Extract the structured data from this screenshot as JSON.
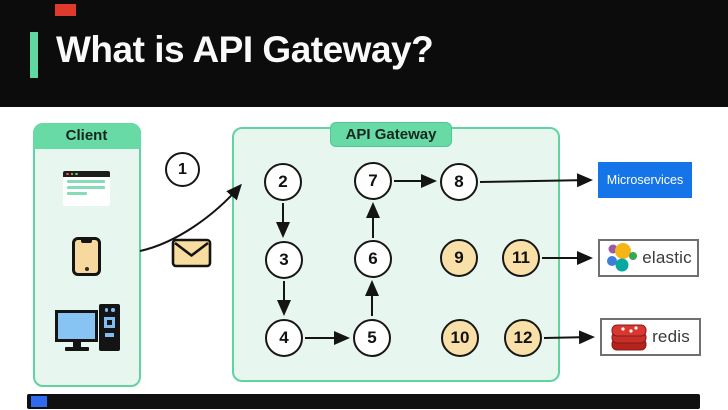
{
  "header": {
    "title": "What is API Gateway?",
    "bg_color": "#0c0c0c",
    "accent_color": "#5fd8a2",
    "red_marker_color": "#df3a2b"
  },
  "client": {
    "label": "Client",
    "fill_color": "#e7f6ee",
    "border_color": "#5fd3a0",
    "tab_color": "#67daa6",
    "icons": [
      {
        "name": "browser-icon"
      },
      {
        "name": "smartphone-icon"
      },
      {
        "name": "desktop-computer-icon"
      }
    ]
  },
  "request": {
    "step_label": "1",
    "envelope_icon_color": "#f7dd9f"
  },
  "gateway": {
    "label": "API Gateway",
    "node_white_color": "#ffffff",
    "node_tan_color": "#f9e0a9",
    "nodes": [
      {
        "label": "2",
        "variant": "white"
      },
      {
        "label": "3",
        "variant": "white"
      },
      {
        "label": "4",
        "variant": "white"
      },
      {
        "label": "5",
        "variant": "white"
      },
      {
        "label": "6",
        "variant": "white"
      },
      {
        "label": "7",
        "variant": "white"
      },
      {
        "label": "8",
        "variant": "white"
      },
      {
        "label": "9",
        "variant": "tan"
      },
      {
        "label": "10",
        "variant": "tan"
      },
      {
        "label": "11",
        "variant": "tan"
      },
      {
        "label": "12",
        "variant": "tan"
      }
    ]
  },
  "services": {
    "microservices": {
      "label": "Microservices",
      "bg_color": "#1674e9",
      "text_color": "#ffffff"
    },
    "elastic": {
      "label": "elastic"
    },
    "redis": {
      "label": "redis"
    }
  }
}
